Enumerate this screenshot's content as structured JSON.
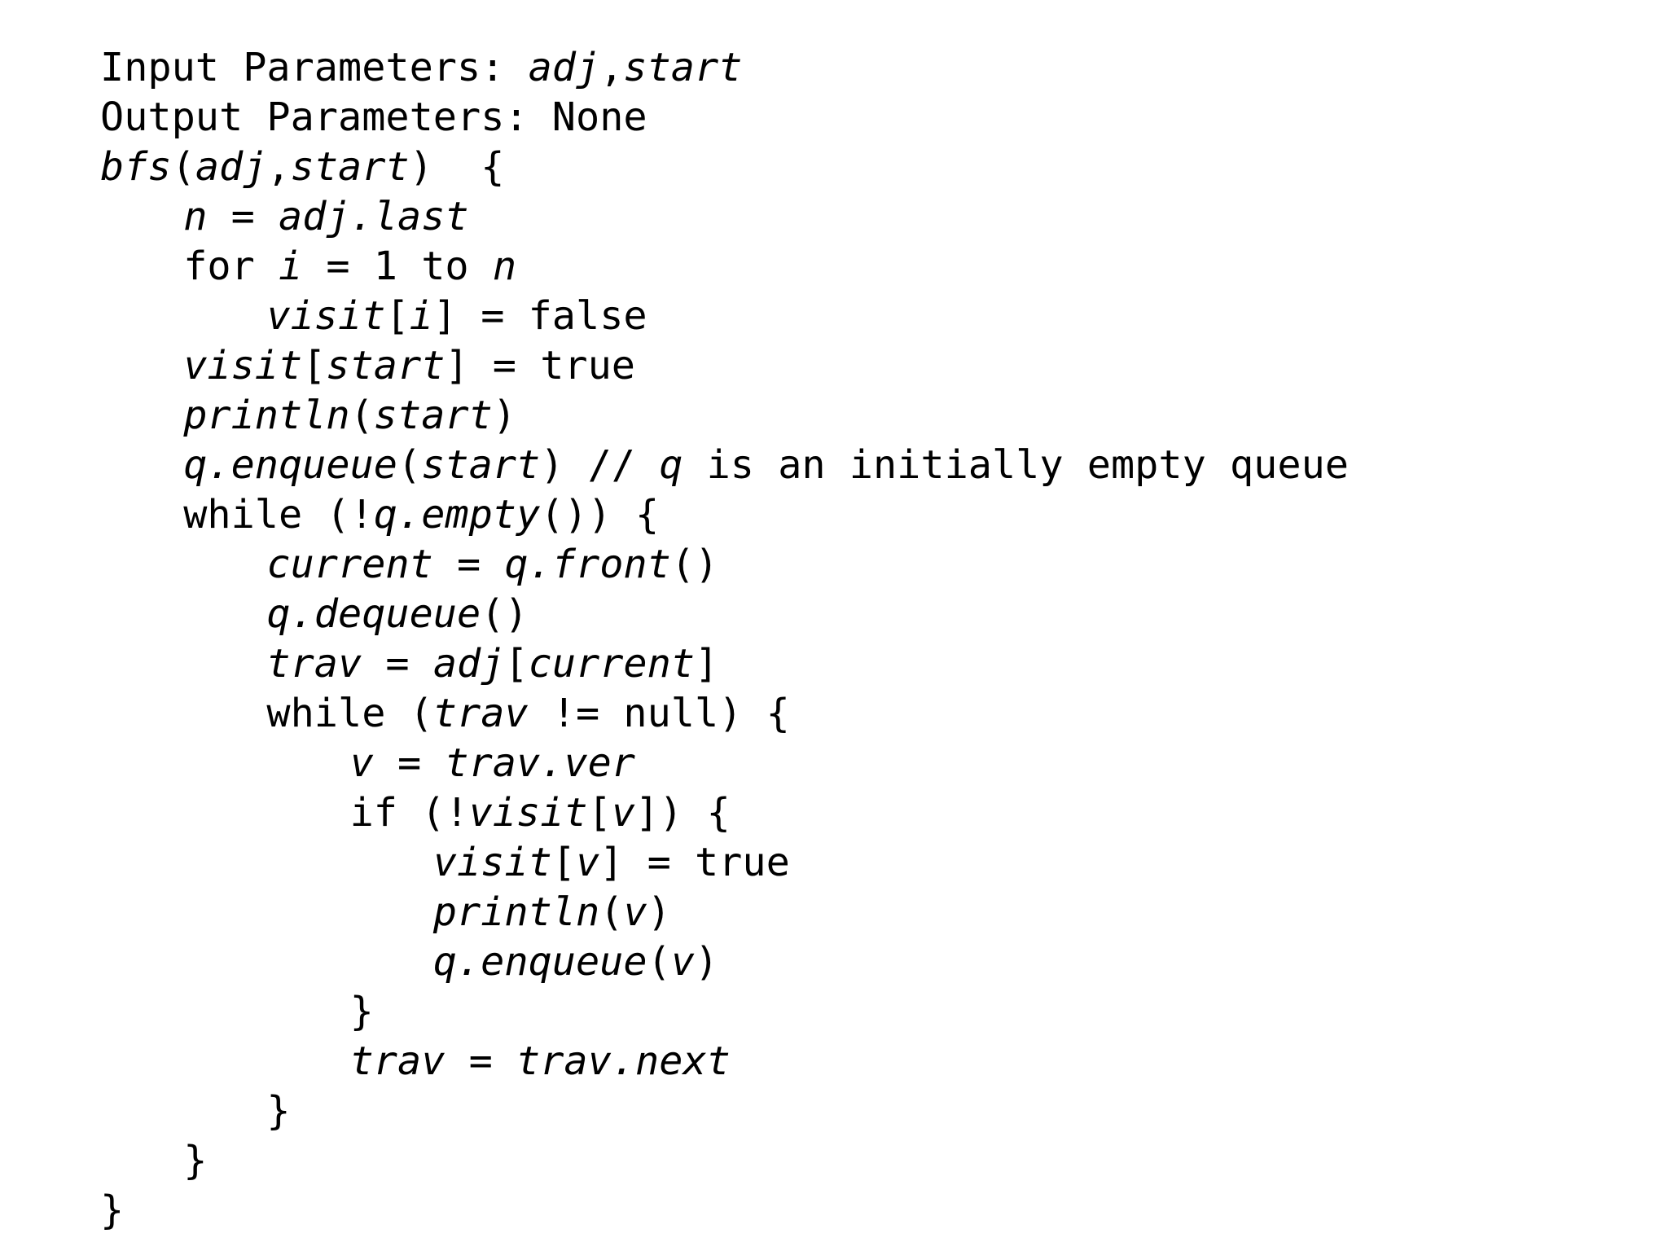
{
  "page": {
    "kind": "pseudocode-listing",
    "algorithm_name": "bfs",
    "background_color": "#ffffff",
    "text_color": "#000000"
  },
  "code": {
    "lines": [
      {
        "indent": 0,
        "segments": [
          {
            "i": false,
            "t": "Input Parameters: "
          },
          {
            "i": true,
            "t": "adj"
          },
          {
            "i": false,
            "t": ","
          },
          {
            "i": true,
            "t": "start"
          }
        ]
      },
      {
        "indent": 0,
        "segments": [
          {
            "i": false,
            "t": "Output Parameters: None"
          }
        ]
      },
      {
        "indent": 0,
        "segments": [
          {
            "i": true,
            "t": "bfs"
          },
          {
            "i": false,
            "t": "("
          },
          {
            "i": true,
            "t": "adj"
          },
          {
            "i": false,
            "t": ","
          },
          {
            "i": true,
            "t": "start"
          },
          {
            "i": false,
            "t": ")  {"
          }
        ]
      },
      {
        "indent": 1,
        "segments": [
          {
            "i": true,
            "t": "n"
          },
          {
            "i": false,
            "t": " = "
          },
          {
            "i": true,
            "t": "adj.last"
          }
        ]
      },
      {
        "indent": 1,
        "segments": [
          {
            "i": false,
            "t": "for "
          },
          {
            "i": true,
            "t": "i"
          },
          {
            "i": false,
            "t": " = 1 to "
          },
          {
            "i": true,
            "t": "n"
          }
        ]
      },
      {
        "indent": 2,
        "segments": [
          {
            "i": true,
            "t": "visit"
          },
          {
            "i": false,
            "t": "["
          },
          {
            "i": true,
            "t": "i"
          },
          {
            "i": false,
            "t": "] = false"
          }
        ]
      },
      {
        "indent": 1,
        "segments": [
          {
            "i": true,
            "t": "visit"
          },
          {
            "i": false,
            "t": "["
          },
          {
            "i": true,
            "t": "start"
          },
          {
            "i": false,
            "t": "] = true"
          }
        ]
      },
      {
        "indent": 1,
        "segments": [
          {
            "i": true,
            "t": "println"
          },
          {
            "i": false,
            "t": "("
          },
          {
            "i": true,
            "t": "start"
          },
          {
            "i": false,
            "t": ")"
          }
        ]
      },
      {
        "indent": 1,
        "segments": [
          {
            "i": true,
            "t": "q.enqueue"
          },
          {
            "i": false,
            "t": "("
          },
          {
            "i": true,
            "t": "start"
          },
          {
            "i": false,
            "t": ") // "
          },
          {
            "i": true,
            "t": "q"
          },
          {
            "i": false,
            "t": " is an initially empty queue"
          }
        ]
      },
      {
        "indent": 1,
        "segments": [
          {
            "i": false,
            "t": "while (!"
          },
          {
            "i": true,
            "t": "q.empty"
          },
          {
            "i": false,
            "t": "()) {"
          }
        ]
      },
      {
        "indent": 2,
        "segments": [
          {
            "i": true,
            "t": "current"
          },
          {
            "i": false,
            "t": " = "
          },
          {
            "i": true,
            "t": "q.front"
          },
          {
            "i": false,
            "t": "()"
          }
        ]
      },
      {
        "indent": 2,
        "segments": [
          {
            "i": true,
            "t": "q.dequeue"
          },
          {
            "i": false,
            "t": "()"
          }
        ]
      },
      {
        "indent": 2,
        "segments": [
          {
            "i": true,
            "t": "trav"
          },
          {
            "i": false,
            "t": " = "
          },
          {
            "i": true,
            "t": "adj"
          },
          {
            "i": false,
            "t": "["
          },
          {
            "i": true,
            "t": "current"
          },
          {
            "i": false,
            "t": "]"
          }
        ]
      },
      {
        "indent": 2,
        "segments": [
          {
            "i": false,
            "t": "while ("
          },
          {
            "i": true,
            "t": "trav"
          },
          {
            "i": false,
            "t": " != null) {"
          }
        ]
      },
      {
        "indent": 3,
        "segments": [
          {
            "i": true,
            "t": "v"
          },
          {
            "i": false,
            "t": " = "
          },
          {
            "i": true,
            "t": "trav.ver"
          }
        ]
      },
      {
        "indent": 3,
        "segments": [
          {
            "i": false,
            "t": "if (!"
          },
          {
            "i": true,
            "t": "visit"
          },
          {
            "i": false,
            "t": "["
          },
          {
            "i": true,
            "t": "v"
          },
          {
            "i": false,
            "t": "]) {"
          }
        ]
      },
      {
        "indent": 4,
        "segments": [
          {
            "i": true,
            "t": "visit"
          },
          {
            "i": false,
            "t": "["
          },
          {
            "i": true,
            "t": "v"
          },
          {
            "i": false,
            "t": "] = true"
          }
        ]
      },
      {
        "indent": 4,
        "segments": [
          {
            "i": true,
            "t": "println"
          },
          {
            "i": false,
            "t": "("
          },
          {
            "i": true,
            "t": "v"
          },
          {
            "i": false,
            "t": ")"
          }
        ]
      },
      {
        "indent": 4,
        "segments": [
          {
            "i": true,
            "t": "q.enqueue"
          },
          {
            "i": false,
            "t": "("
          },
          {
            "i": true,
            "t": "v"
          },
          {
            "i": false,
            "t": ")"
          }
        ]
      },
      {
        "indent": 3,
        "segments": [
          {
            "i": false,
            "t": "}"
          }
        ]
      },
      {
        "indent": 3,
        "segments": [
          {
            "i": true,
            "t": "trav"
          },
          {
            "i": false,
            "t": " = "
          },
          {
            "i": true,
            "t": "trav.next"
          }
        ]
      },
      {
        "indent": 2,
        "segments": [
          {
            "i": false,
            "t": "}"
          }
        ]
      },
      {
        "indent": 1,
        "segments": [
          {
            "i": false,
            "t": "}"
          }
        ]
      },
      {
        "indent": 0,
        "segments": [
          {
            "i": false,
            "t": "}"
          }
        ]
      }
    ]
  }
}
